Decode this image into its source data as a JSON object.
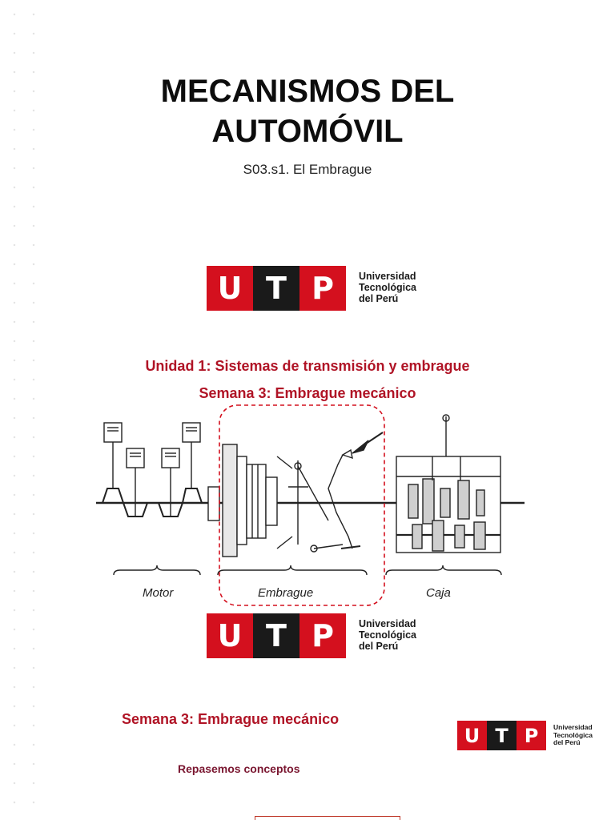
{
  "title": {
    "line1": "MECANISMOS DEL",
    "line2": "AUTOMÓVIL"
  },
  "subtitle": "S03.s1. El Embrague",
  "logo": {
    "letters": [
      "U",
      "T",
      "P"
    ],
    "name_line1": "Universidad",
    "name_line2": "Tecnológica",
    "name_line3": "del Perú",
    "colors": {
      "red": "#d4101e",
      "black": "#1a1a1a"
    }
  },
  "unit_heading": "Unidad 1: Sistemas de transmisión y embrague",
  "week_heading": "Semana 3: Embrague mecánico",
  "diagram": {
    "label_motor": "Motor",
    "label_clutch": "Embrague",
    "label_gearbox": "Caja"
  },
  "section_heading": "Semana 3: Embrague mecánico",
  "review_text": "Repasemos conceptos"
}
